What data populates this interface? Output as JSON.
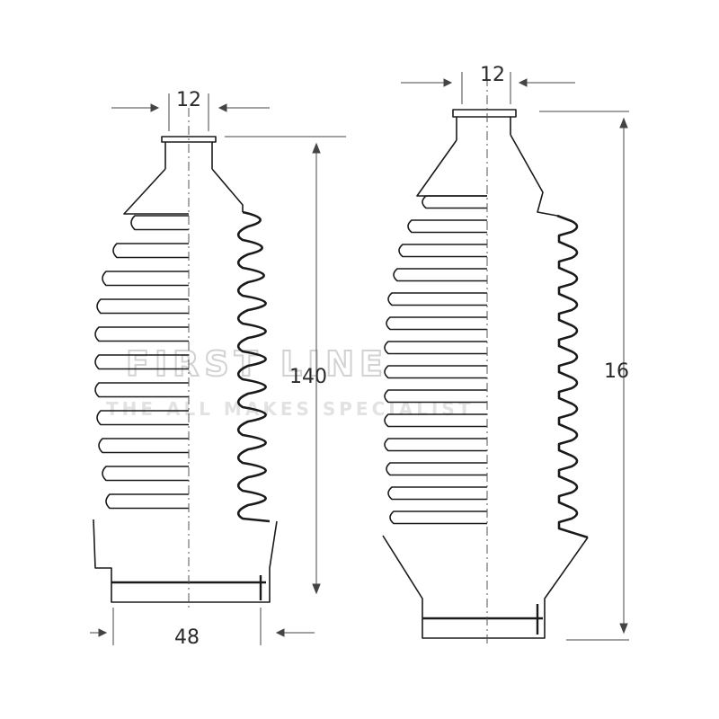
{
  "watermark": {
    "line1": "FIRST LINE",
    "line2": "THE ALL MAKES SPECIALIST"
  },
  "left_boot": {
    "top_diameter": "12",
    "length": "140",
    "bottom_diameter": "48"
  },
  "right_boot": {
    "top_diameter": "12",
    "length": "16"
  },
  "colors": {
    "outline": "#1a1a1a",
    "dimension": "#444444",
    "watermark": "#d8d8d8"
  }
}
